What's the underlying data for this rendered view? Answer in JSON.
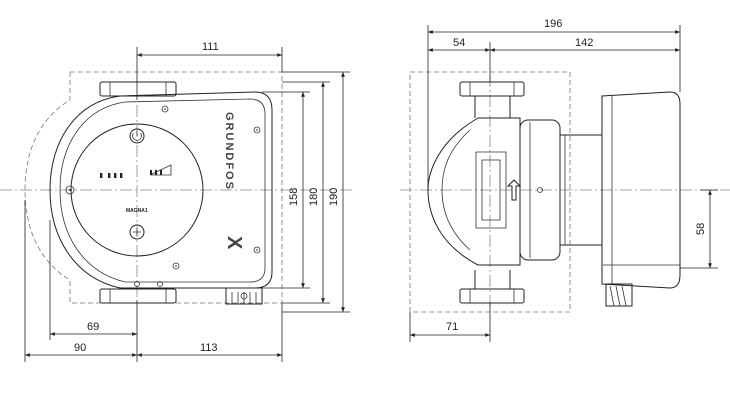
{
  "front_view": {
    "brand": "GRUNDFOS",
    "brand_mark": "X",
    "model": "MAGNA1",
    "dimensions": {
      "top_width": "111",
      "height_158": "158",
      "height_180": "180",
      "height_190": "190",
      "left_69": "69",
      "left_90": "90",
      "right_113": "113"
    }
  },
  "side_view": {
    "dimensions": {
      "total_196": "196",
      "left_54": "54",
      "right_142": "142",
      "bottom_71": "71",
      "height_58": "58"
    }
  }
}
